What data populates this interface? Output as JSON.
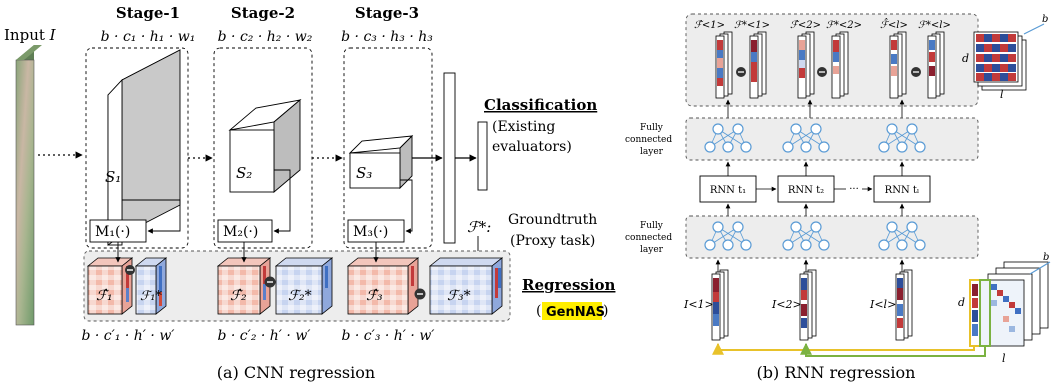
{
  "cnn": {
    "input_label": "Input 𝐼",
    "stages": [
      {
        "title": "Stage-1",
        "dims": "b · c₁ · h₁ · w₁",
        "s_label": "S₁",
        "m_label": "M₁(·)",
        "fhat": "ℱ̂₁",
        "fstar": "ℱ₁*",
        "out_dims": "b · c′₁ · h′ · w′"
      },
      {
        "title": "Stage-2",
        "dims": "b · c₂ · h₂ · w₂",
        "s_label": "S₂",
        "m_label": "M₂(·)",
        "fhat": "ℱ̂₂",
        "fstar": "ℱ₂*",
        "out_dims": "b · c′₂ · h′ · w′"
      },
      {
        "title": "Stage-3",
        "dims": "b · c₃ · h₃ · h₃",
        "s_label": "S₃",
        "m_label": "M₃(·)",
        "fhat": "ℱ̂₃",
        "fstar": "ℱ₃*",
        "out_dims": "b · c′₃ · h′ · w′"
      }
    ],
    "classification": "Classification",
    "existing_1": "(Existing",
    "existing_2": "evaluators)",
    "fstar_gt": "ℱ*:",
    "groundtruth_1": "Groundtruth",
    "groundtruth_2": "(Proxy task)",
    "regression": "Regression",
    "genas_open": "(",
    "genas": "GenNAS",
    "genas_close": ")",
    "caption": "(a) CNN regression"
  },
  "rnn": {
    "top_labels": [
      "ℱ̂<1>",
      "ℱ*<1>",
      "ℱ̂<2>",
      "ℱ*<2>",
      "ℱ̂<l>",
      "ℱ*<l>"
    ],
    "fc_label_1": "Fully",
    "fc_label_2": "connected",
    "fc_label_3": "layer",
    "rnn_cells": [
      "RNN t₁",
      "RNN t₂",
      "RNN tₗ"
    ],
    "ellipsis": "···",
    "inputs": [
      "I<1>",
      "I<2>",
      "I<l>"
    ],
    "dim_d": "d",
    "dim_l": "l",
    "dim_b": "b",
    "caption": "(b) RNN regression"
  },
  "colors": {
    "minus_circle": "#333333",
    "genas_highlight": "#ffee00",
    "arrow_yellow": "#e8c22a",
    "arrow_green": "#7bb241",
    "blue_mark": "#5a9bd5",
    "red_mark": "#c23a3a"
  }
}
